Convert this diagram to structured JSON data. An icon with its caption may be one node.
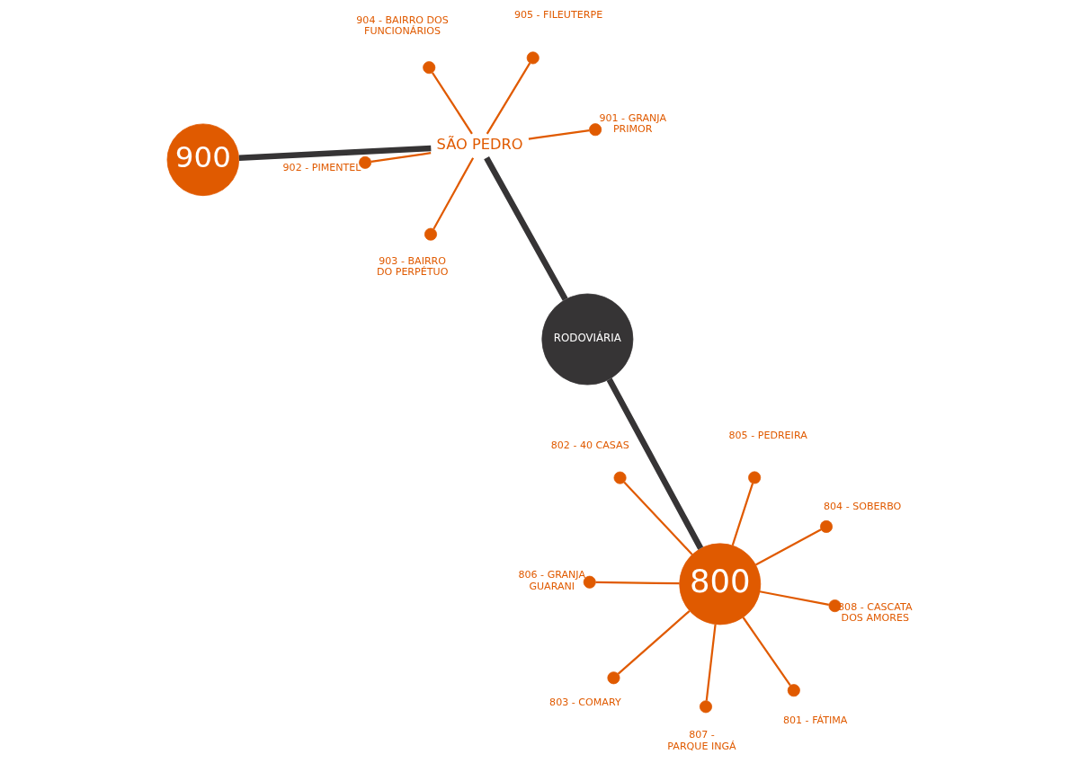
{
  "diagram": {
    "nodes": [
      {
        "text": [
          "RODOVIÁRIA"
        ]
      },
      {
        "text": [
          "800"
        ]
      },
      {
        "text": [],
        "shape": "circle",
        "beside": [
          "801 - FÁTIMA"
        ]
      },
      {
        "text": [],
        "shape": "circle",
        "beside": [
          "802 - 40 CASAS"
        ]
      },
      {
        "text": [],
        "shape": "circle",
        "beside": [
          "803 - COMARY"
        ]
      },
      {
        "text": [],
        "shape": "circle",
        "beside": [
          "804 - SOBERBO"
        ]
      },
      {
        "text": [],
        "shape": "circle",
        "beside": [
          "805 - PEDREIRA"
        ]
      },
      {
        "text": [],
        "shape": "circle",
        "beside": [
          "806 - GRANJA GUARANI"
        ]
      },
      {
        "text": [],
        "shape": "circle",
        "beside": [
          "807 - PARQUE INGÁ"
        ]
      },
      {
        "text": [],
        "shape": "circle",
        "beside": [
          "808 - CASCATA DOS AMORES"
        ]
      },
      {
        "text": [
          "SÃO PEDRO"
        ]
      },
      {
        "text": [],
        "shape": "circle",
        "beside": [
          "901 - GRANJA PRIMOR"
        ]
      },
      {
        "text": [],
        "shape": "circle",
        "beside": [
          "902 - PIMENTEL"
        ]
      },
      {
        "text": [],
        "shape": "circle",
        "beside": [
          "903 - BAIRRO DO PERPÉTUO"
        ]
      },
      {
        "text": [],
        "shape": "circle",
        "beside": [
          "904 - BAIRRO DOS FUNCIONÁRIOS"
        ]
      },
      {
        "text": [],
        "shape": "circle",
        "beside": [
          "905 - FILEUTERPE"
        ]
      },
      {
        "text": [
          "900"
        ]
      }
    ],
    "edges": [
      {
        "from": 0,
        "to": 1,
        "arrow": "none",
        "style": "thick",
        "color": "#363435"
      },
      {
        "from": 0,
        "to": 10,
        "arrow": "none",
        "style": "thick",
        "color": "#363435"
      },
      {
        "from": 10,
        "to": 16,
        "arrow": "none",
        "style": "thick",
        "color": "#363435"
      },
      {
        "from": 1,
        "to": 2,
        "arrow": "none"
      },
      {
        "from": 1,
        "to": 3,
        "arrow": "none"
      },
      {
        "from": 1,
        "to": 4,
        "arrow": "none"
      },
      {
        "from": 1,
        "to": 5,
        "arrow": "none"
      },
      {
        "from": 1,
        "to": 6,
        "arrow": "none"
      },
      {
        "from": 1,
        "to": 7,
        "arrow": "none"
      },
      {
        "from": 1,
        "to": 8,
        "arrow": "none"
      },
      {
        "from": 1,
        "to": 9,
        "arrow": "none"
      },
      {
        "from": 10,
        "to": 11,
        "arrow": "none"
      },
      {
        "from": 10,
        "to": 12,
        "arrow": "none"
      },
      {
        "from": 10,
        "to": 13,
        "arrow": "none"
      },
      {
        "from": 10,
        "to": 14,
        "arrow": "none"
      },
      {
        "from": 10,
        "to": 15,
        "arrow": "none"
      }
    ]
  }
}
